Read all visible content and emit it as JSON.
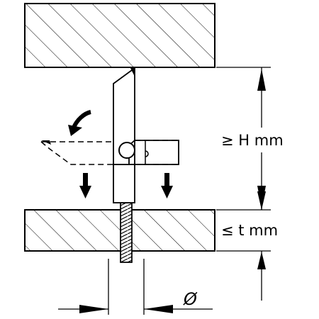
{
  "diagram": {
    "label_height": "≥ H mm",
    "label_thickness": "≤ t mm",
    "label_diameter": "Ø",
    "colors": {
      "stroke": "#000000",
      "background": "#ffffff",
      "dash": "#000000"
    },
    "parts": {
      "upper_panel": "hatched-panel",
      "lower_panel": "hatched-panel",
      "anchor": "toggle-anchor",
      "bolt": "threaded-rod"
    }
  }
}
